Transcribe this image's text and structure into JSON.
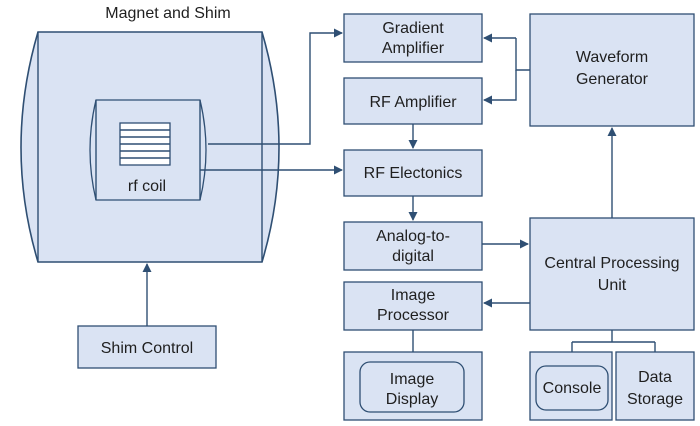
{
  "diagram": {
    "magnet_title": "Magnet and Shim",
    "rf_coil": "rf coil",
    "shim_control": "Shim Control",
    "gradient_amplifier": [
      "Gradient",
      "Amplifier"
    ],
    "rf_amplifier": "RF Amplifier",
    "rf_electronics": "RF Electonics",
    "analog_to_digital": [
      "Analog-to-",
      "digital"
    ],
    "image_processor": [
      "Image",
      "Processor"
    ],
    "image_display": [
      "Image",
      "Display"
    ],
    "waveform_generator": [
      "Waveform",
      "Generator"
    ],
    "central_processing_unit": [
      "Central Processing",
      "Unit"
    ],
    "console": "Console",
    "data_storage": [
      "Data",
      "Storage"
    ]
  }
}
